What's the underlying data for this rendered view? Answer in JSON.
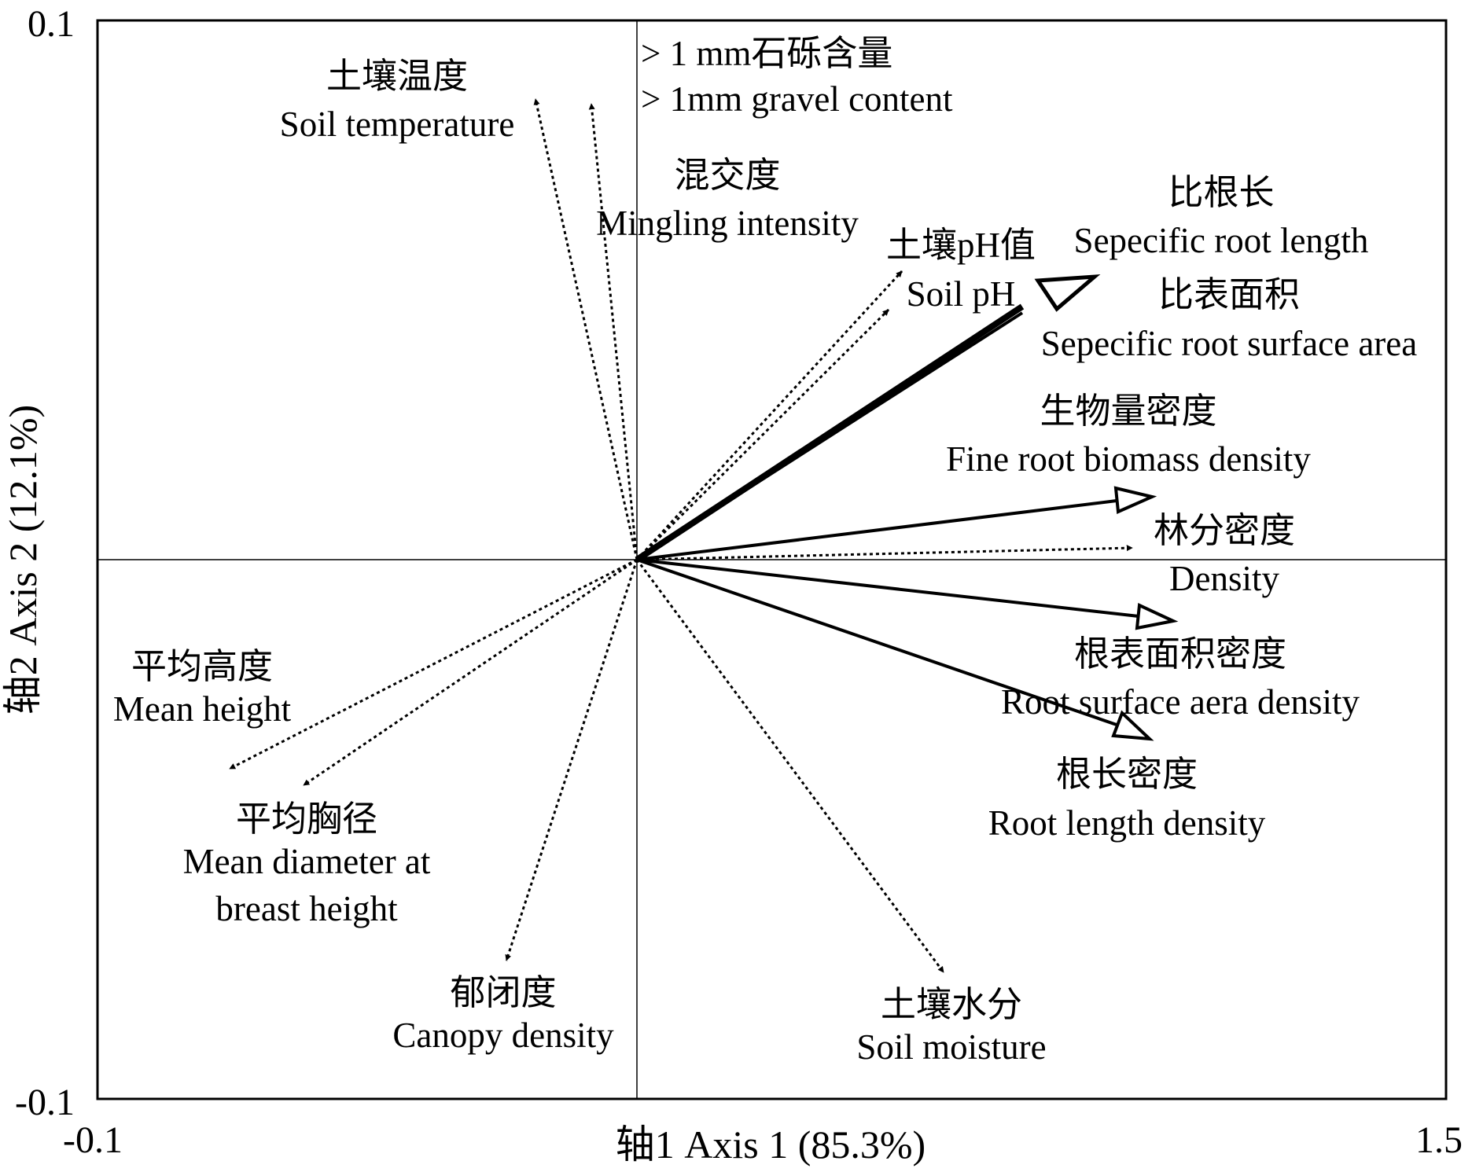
{
  "chart_data": {
    "type": "biplot",
    "x_axis": {
      "label": "轴1 Axis 1 (85.3%)",
      "min_label": "-0.1",
      "max_label": "1.5",
      "range": [
        -0.1,
        1.5
      ]
    },
    "y_axis": {
      "label": "轴2 Axis 2 (12.1%)",
      "min_label": "-0.1",
      "max_label": "0.1",
      "range": [
        -0.1,
        0.1
      ]
    },
    "origin": [
      0.54,
      0.0
    ],
    "response_variables": [
      {
        "id": "specific-root-length",
        "zh": "比根长",
        "en": "Sepecific root length",
        "x": 1.07,
        "y": 0.053,
        "style": "solid-bold"
      },
      {
        "id": "specific-root-surface-area",
        "zh": "比表面积",
        "en": "Sepecific root surface area",
        "x": 1.06,
        "y": 0.05,
        "style": "solid-bold"
      },
      {
        "id": "fine-root-biomass-density",
        "zh": "生物量密度",
        "en": "Fine root biomass density",
        "x": 1.145,
        "y": 0.0115,
        "style": "solid"
      },
      {
        "id": "root-surface-area-density",
        "zh": "根表面积密度",
        "en": "Root  surface aera density",
        "x": 1.17,
        "y": -0.011,
        "style": "solid"
      },
      {
        "id": "root-length-density",
        "zh": "根长密度",
        "en": "Root length density",
        "x": 1.145,
        "y": -0.033,
        "style": "solid"
      }
    ],
    "explanatory_variables": [
      {
        "id": "soil-temperature",
        "zh": "土壤温度",
        "en": "Soil temperature",
        "x": 0.414,
        "y": 0.085
      },
      {
        "id": "gravel-content",
        "zh": "> 1 mm石砾含量",
        "en": "> 1mm gravel content",
        "x": 0.483,
        "y": 0.084
      },
      {
        "id": "mingling-intensity",
        "zh": "混交度",
        "en": "Mingling intensity",
        "x": null,
        "y": null
      },
      {
        "id": "soil-ph",
        "zh": "土壤pH值",
        "en": "Soil pH",
        "x": 0.85,
        "y": 0.054
      },
      {
        "id": "mingling-arrow",
        "zh": "",
        "en": "",
        "x": 0.837,
        "y": 0.046
      },
      {
        "id": "stand-density",
        "zh": "林分密度",
        "en": "Density",
        "x": 1.126,
        "y": 0.002
      },
      {
        "id": "mean-height",
        "zh": "平均高度",
        "en": "Mean height",
        "x": 0.05,
        "y": -0.039
      },
      {
        "id": "mean-dbh",
        "zh": "平均胸径",
        "en": "Mean diameter at breast height",
        "x": 0.141,
        "y": -0.042
      },
      {
        "id": "canopy-density",
        "zh": "郁闭度",
        "en": "Canopy density",
        "x": 0.381,
        "y": -0.074
      },
      {
        "id": "soil-moisture",
        "zh": "土壤水分",
        "en": "Soil moisture",
        "x": 0.903,
        "y": -0.076
      }
    ],
    "labels": {
      "soil_temperature": {
        "zh": "土壤温度",
        "en": "Soil temperature"
      },
      "gravel": {
        "zh": "> 1 mm石砾含量",
        "en": "> 1mm gravel content"
      },
      "mingling": {
        "zh": "混交度",
        "en": "Mingling intensity"
      },
      "soil_ph": {
        "zh": "土壤pH值",
        "en": "Soil pH"
      },
      "srl": {
        "zh": "比根长",
        "en": "Sepecific root length"
      },
      "srsa": {
        "zh": "比表面积",
        "en": "Sepecific root surface area"
      },
      "biomass": {
        "zh": "生物量密度",
        "en": "Fine root biomass density"
      },
      "density": {
        "zh": "林分密度",
        "en": "Density"
      },
      "rsad": {
        "zh": "根表面积密度",
        "en": "Root  surface aera density"
      },
      "rld": {
        "zh": "根长密度",
        "en": "Root length density"
      },
      "mean_height": {
        "zh": "平均高度",
        "en": "Mean height"
      },
      "mean_dbh": {
        "zh": "平均胸径",
        "en": "Mean diameter at",
        "en2": "breast height"
      },
      "canopy": {
        "zh": "郁闭度",
        "en": "Canopy density"
      },
      "soil_moisture": {
        "zh": "土壤水分",
        "en": "Soil moisture"
      }
    },
    "grid": false,
    "legend": "none"
  }
}
